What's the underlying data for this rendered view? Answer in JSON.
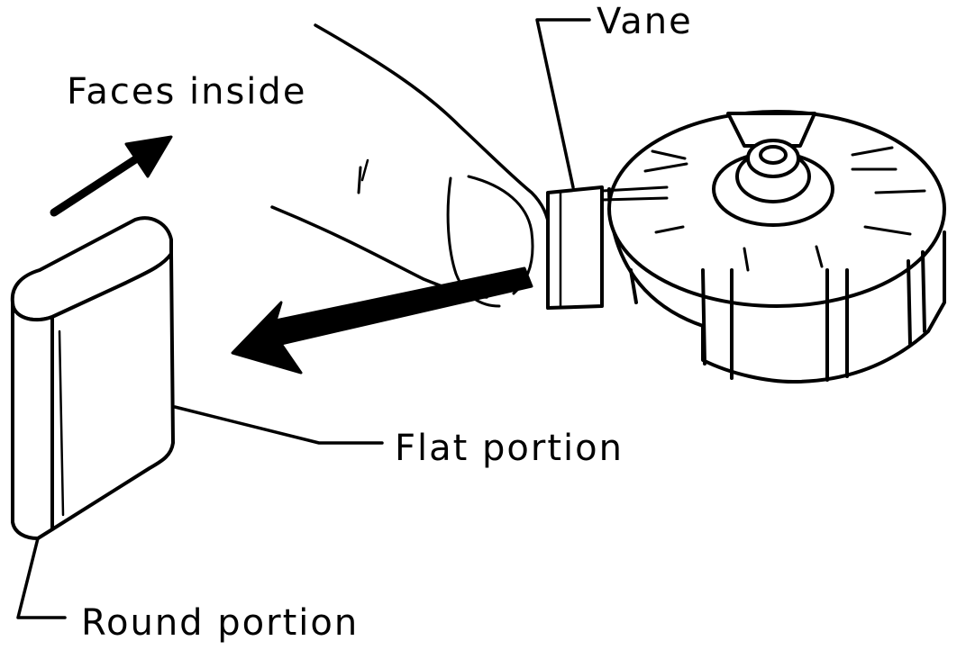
{
  "labels": {
    "faces_inside": "Faces inside",
    "vane": "Vane",
    "flat_portion": "Flat portion",
    "round_portion": "Round portion"
  },
  "colors": {
    "line": "#000000",
    "background": "#ffffff"
  }
}
